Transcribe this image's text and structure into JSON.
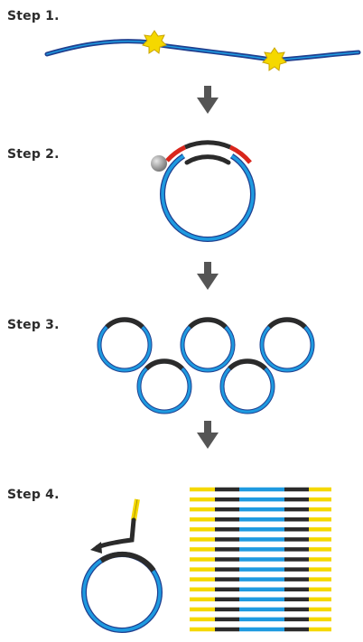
{
  "steps": [
    {
      "label": "Step 1."
    },
    {
      "label": "Step 2."
    },
    {
      "label": "Step 3."
    },
    {
      "label": "Step 4."
    }
  ],
  "colors": {
    "outer_blue": "#1f3f8f",
    "inner_blue": "#1e9ae0",
    "black": "#2b2b2b",
    "red": "#d9261c",
    "yellow": "#f5d800",
    "arrow": "#555555",
    "grey_ball": "#8a8a8a"
  },
  "icons": {
    "cut_site": "yellow-star-icon",
    "enzyme": "grey-sphere-icon",
    "arrow": "down-arrow-icon"
  },
  "step4_library": {
    "fragment_count": 15
  }
}
